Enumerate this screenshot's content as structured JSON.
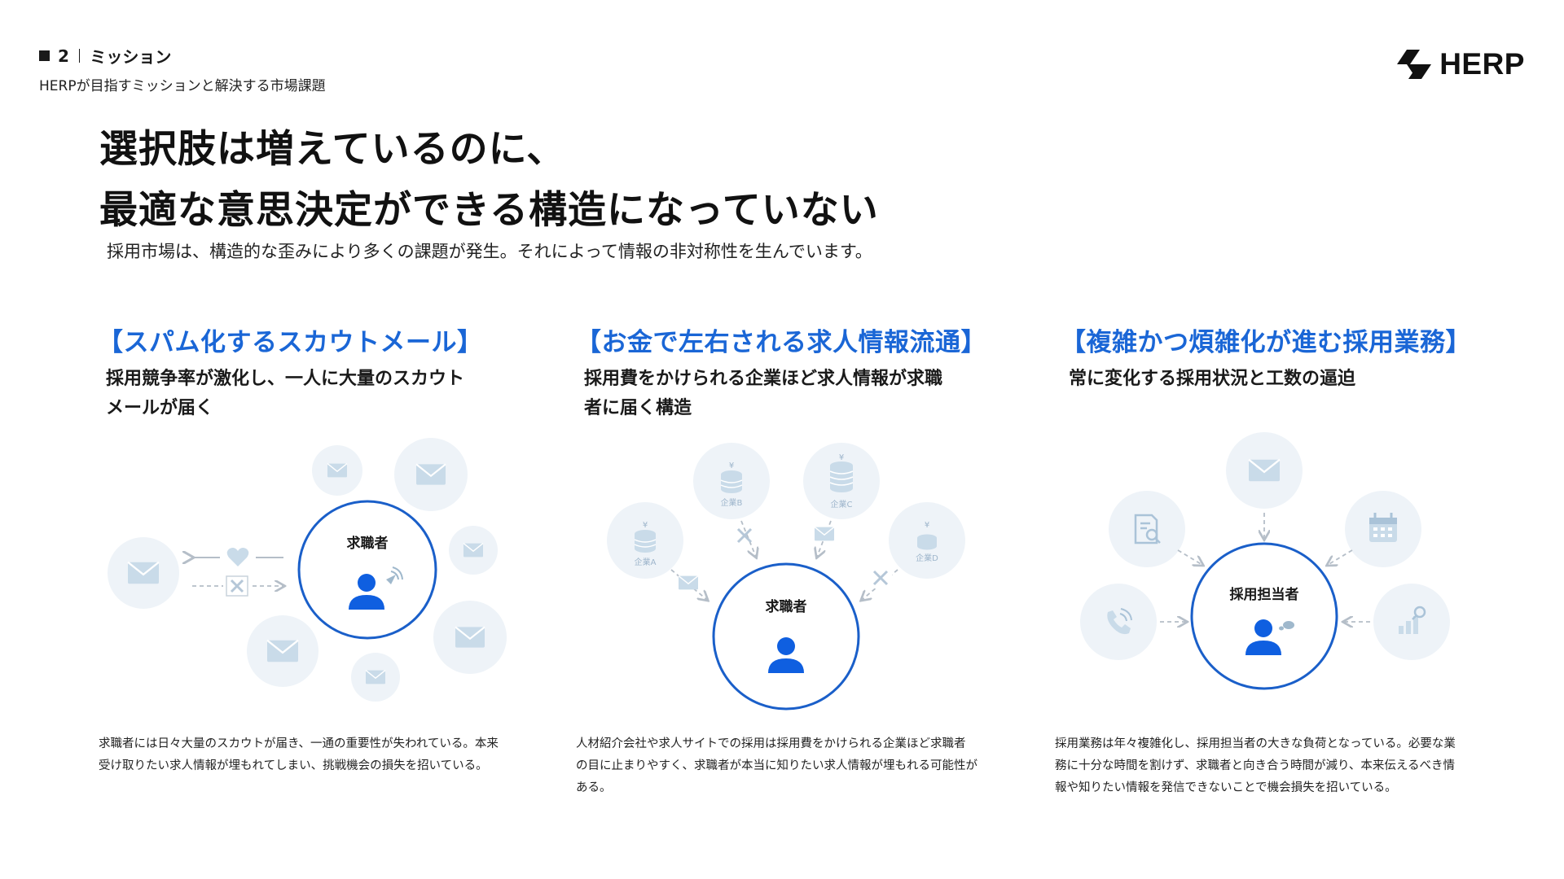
{
  "header": {
    "section_number": "2",
    "section_title": "ミッション",
    "subtitle": "HERPが目指すミッションと解決する市場課題",
    "logo_text": "HERP"
  },
  "headline": {
    "line1": "選択肢は増えているのに、",
    "line2": "最適な意思決定ができる構造になっていない"
  },
  "lead": "採用市場は、構造的な歪みにより多くの課題が発生。それによって情報の非対称性を生んでいます。",
  "columns": [
    {
      "title": "【スパム化するスカウトメール】",
      "subtitle_lines": [
        "採用競争率が激化し、一人に大量のスカウト",
        "メールが届く"
      ],
      "center_label": "求職者",
      "description_lines": [
        "求職者には日々大量のスカウトが届き、一通の重要性が失われている。本来",
        "受け取りたい求人情報が埋もれてしまい、挑戦機会の損失を招いている。"
      ]
    },
    {
      "title": "【お金で左右される求人情報流通】",
      "subtitle_lines": [
        "採用費をかけられる企業ほど求人情報が求職",
        "者に届く構造"
      ],
      "center_label": "求職者",
      "company_labels": [
        "企業A",
        "企業B",
        "企業C",
        "企業D"
      ],
      "currency_symbol": "¥",
      "description_lines": [
        "人材紹介会社や求人サイトでの採用は採用費をかけられる企業ほど求職者",
        "の目に止まりやすく、求職者が本当に知りたい求人情報が埋もれる可能性が",
        "ある。"
      ]
    },
    {
      "title": "【複雑かつ煩雑化が進む採用業務】",
      "subtitle_lines": [
        "常に変化する採用状況と工数の逼迫"
      ],
      "center_label": "採用担当者",
      "description_lines": [
        "採用業務は年々複雑化し、採用担当者の大きな負荷となっている。必要な業",
        "務に十分な時間を割けず、求職者と向き合う時間が減り、本来伝えるべき情",
        "報や知りたい情報を発信できないことで機会損失を招いている。"
      ]
    }
  ],
  "colors": {
    "accent_blue": "#1a66d6",
    "ring_blue": "#1a5fc9",
    "person_blue": "#0f5fe0",
    "bubble_bg": "#eef3f8",
    "icon_stroke": "#aac3d8"
  }
}
